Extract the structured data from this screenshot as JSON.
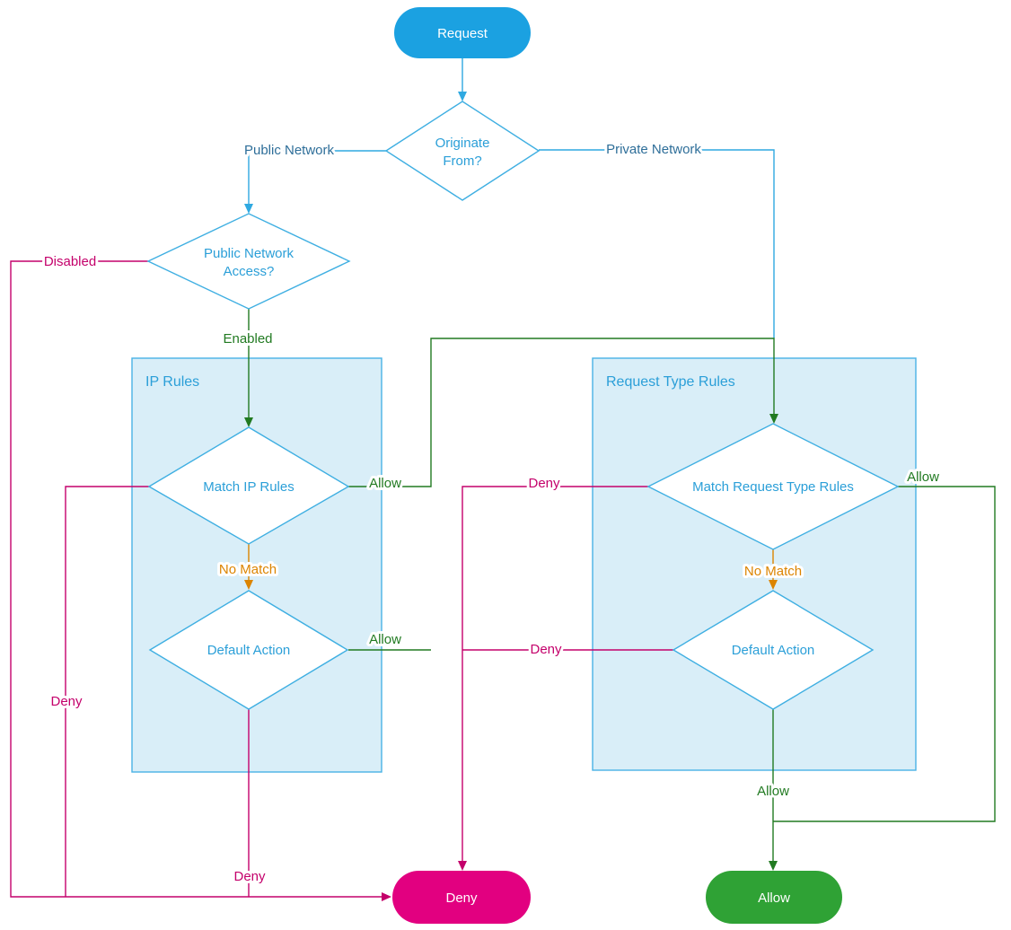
{
  "diagram": {
    "nodes": {
      "request": {
        "label": "Request"
      },
      "originate_from": {
        "line1": "Originate",
        "line2": "From?"
      },
      "public_network_access": {
        "line1": "Public Network",
        "line2": "Access?"
      },
      "match_ip_rules": {
        "label": "Match IP Rules"
      },
      "ip_default_action": {
        "label": "Default Action"
      },
      "match_request_type_rules": {
        "label": "Match Request Type Rules"
      },
      "request_type_default_action": {
        "label": "Default Action"
      },
      "deny_terminal": {
        "label": "Deny"
      },
      "allow_terminal": {
        "label": "Allow"
      }
    },
    "containers": {
      "ip_rules": {
        "title": "IP Rules"
      },
      "request_type_rules": {
        "title": "Request Type Rules"
      }
    },
    "edge_labels": {
      "public_network": "Public Network",
      "private_network": "Private Network",
      "disabled": "Disabled",
      "enabled": "Enabled",
      "ip_match_allow": "Allow",
      "ip_no_match": "No Match",
      "ip_match_deny": "Deny",
      "ip_default_allow": "Allow",
      "ip_default_deny": "Deny",
      "rtr_match_deny": "Deny",
      "rtr_match_allow": "Allow",
      "rtr_no_match": "No Match",
      "rtr_default_deny": "Deny",
      "rtr_default_allow": "Allow"
    },
    "colors": {
      "flow_blue": "#2FA9E1",
      "request_fill": "#1BA1E1",
      "container_fill": "#D9EEF8",
      "container_stroke": "#49B2E5",
      "diamond_stroke": "#3FAFE2",
      "diamond_text": "#2B9FD8",
      "green_line": "#217A21",
      "allow_fill": "#2FA235",
      "magenta_line": "#C4006B",
      "deny_fill": "#E20080",
      "orange_line": "#DC8400",
      "network_label_text": "#2E6E99"
    }
  }
}
